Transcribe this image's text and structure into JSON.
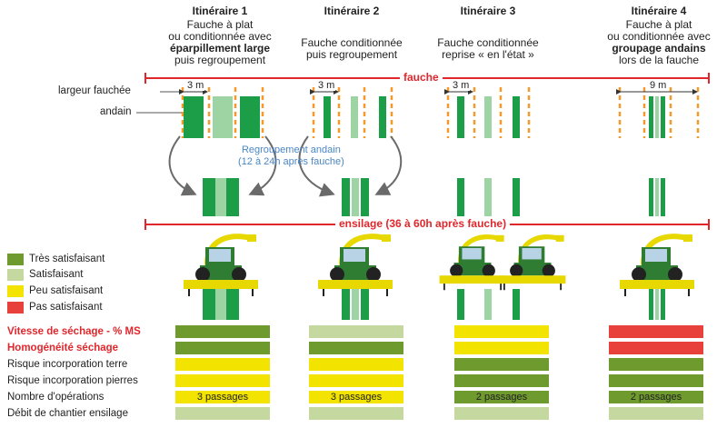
{
  "colors": {
    "tres_satisfaisant": "#6f9a2e",
    "satisfaisant": "#c5d8a0",
    "peu_satisfaisant": "#f2e400",
    "pas_satisfaisant": "#e8403a",
    "andain_dark": "#1c9e48",
    "andain_light": "#9ed4a4",
    "accent_red": "#e1262c",
    "orange_line": "#f39a2a"
  },
  "itineraries": [
    {
      "title": "Itinéraire 1",
      "desc_before": "Fauche à plat\nou conditionnée avec",
      "desc_bold": "éparpillement large",
      "desc_after": "puis regroupement",
      "width_label": "3 m"
    },
    {
      "title": "Itinéraire 2",
      "desc_before": "",
      "desc_bold": "",
      "desc_after": "Fauche conditionnée\npuis regroupement",
      "width_label": "3 m"
    },
    {
      "title": "Itinéraire 3",
      "desc_before": "",
      "desc_bold": "",
      "desc_after": "Fauche conditionnée\nreprise « en l'état »",
      "width_label": "3 m"
    },
    {
      "title": "Itinéraire 4",
      "desc_before": "Fauche à plat\nou conditionnée avec",
      "desc_bold": "groupage andains",
      "desc_after": "lors de la fauche",
      "width_label": "9 m"
    }
  ],
  "labels": {
    "largeur_fauchee": "largeur fauchée",
    "andain": "andain",
    "regroupement_note": "Regroupement andain\n(12 à 24h après fauche)",
    "phase_fauche": "fauche",
    "phase_ensilage": "ensilage (36 à 60h après fauche)"
  },
  "legend": [
    {
      "label": "Très satisfaisant",
      "color": "#6f9a2e"
    },
    {
      "label": "Satisfaisant",
      "color": "#c5d8a0"
    },
    {
      "label": "Peu satisfaisant",
      "color": "#f2e400"
    },
    {
      "label": "Pas satisfaisant",
      "color": "#e8403a"
    }
  ],
  "criteria": [
    {
      "label": "Vitesse de séchage - % MS",
      "highlight": true
    },
    {
      "label": "Homogénéité séchage",
      "highlight": true
    },
    {
      "label": "Risque incorporation terre",
      "highlight": false
    },
    {
      "label": "Risque incorporation pierres",
      "highlight": false
    },
    {
      "label": "Nombre d'opérations",
      "highlight": false
    },
    {
      "label": "Débit de chantier ensilage",
      "highlight": false
    }
  ],
  "ratings": [
    [
      "tres_satisfaisant",
      "satisfaisant",
      "peu_satisfaisant",
      "pas_satisfaisant"
    ],
    [
      "tres_satisfaisant",
      "tres_satisfaisant",
      "peu_satisfaisant",
      "pas_satisfaisant"
    ],
    [
      "peu_satisfaisant",
      "peu_satisfaisant",
      "tres_satisfaisant",
      "tres_satisfaisant"
    ],
    [
      "peu_satisfaisant",
      "peu_satisfaisant",
      "tres_satisfaisant",
      "tres_satisfaisant"
    ],
    [
      "peu_satisfaisant",
      "peu_satisfaisant",
      "tres_satisfaisant",
      "tres_satisfaisant"
    ],
    [
      "satisfaisant",
      "satisfaisant",
      "satisfaisant",
      "satisfaisant"
    ]
  ],
  "operations_text": [
    "3 passages",
    "3 passages",
    "2 passages",
    "2 passages"
  ]
}
